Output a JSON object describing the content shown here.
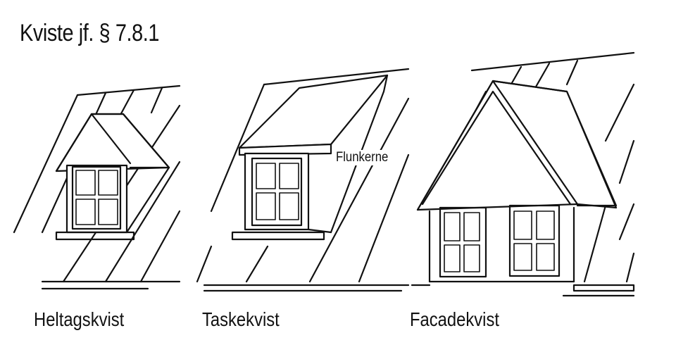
{
  "title": "Kviste jf. § 7.8.1",
  "figures": [
    {
      "caption": "Heltagskvist"
    },
    {
      "caption": "Taskekvist",
      "annotation": "Flunkerne"
    },
    {
      "caption": "Facadekvist"
    }
  ]
}
